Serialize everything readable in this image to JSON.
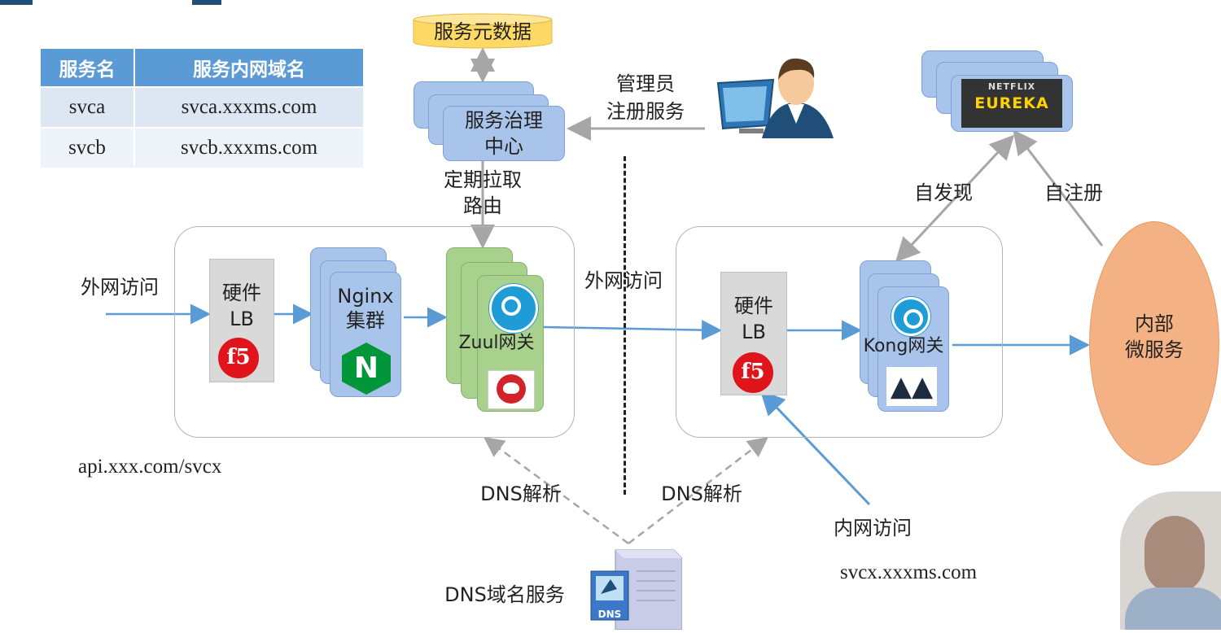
{
  "table": {
    "headers": [
      "服务名",
      "服务内网域名"
    ],
    "rows": [
      [
        "svca",
        "svca.xxxms.com"
      ],
      [
        "svcb",
        "svcb.xxxms.com"
      ]
    ]
  },
  "nodes": {
    "metadata": "服务元数据",
    "governance": [
      "服务治理",
      "中心"
    ],
    "admin_label": [
      "管理员",
      "注册服务"
    ],
    "pull_routes": [
      "定期拉取",
      "路由"
    ],
    "self_discover": "自发现",
    "self_register": "自注册",
    "external_access_left": "外网访问",
    "external_access_mid": "外网访问",
    "hw_lb_left": [
      "硬件",
      "LB"
    ],
    "nginx": [
      "Nginx",
      "集群"
    ],
    "zuul": "Zuul网关",
    "hw_lb_right": [
      "硬件",
      "LB"
    ],
    "kong": "Kong网关",
    "internal_service": [
      "内部",
      "微服务"
    ],
    "api_url": "api.xxx.com/svcx",
    "dns_left": "DNS解析",
    "dns_right": "DNS解析",
    "internal_access": "内网访问",
    "internal_url": "svcx.xxxms.com",
    "dns_service": "DNS域名服务"
  },
  "logos": {
    "f5": "f5",
    "nginx": "N",
    "eureka": "EUREKA",
    "eureka_top": "NETFLIX",
    "dns_box": "DNS"
  },
  "icons": [
    "database-cylinder-icon",
    "admin-user-icon",
    "clock-refresh-icon",
    "f5-logo-icon",
    "nginx-logo-icon",
    "zuul-logo-icon",
    "kong-gorilla-icon",
    "eureka-logo-icon",
    "dns-server-icon"
  ],
  "colors": {
    "arrow_blue": "#5b9bd5",
    "arrow_grey": "#a6a6a6",
    "card_blue": "#a9c4ea",
    "card_green": "#a9d18e",
    "micro_orange": "#f4b183",
    "db_yellow": "#ffd966"
  }
}
